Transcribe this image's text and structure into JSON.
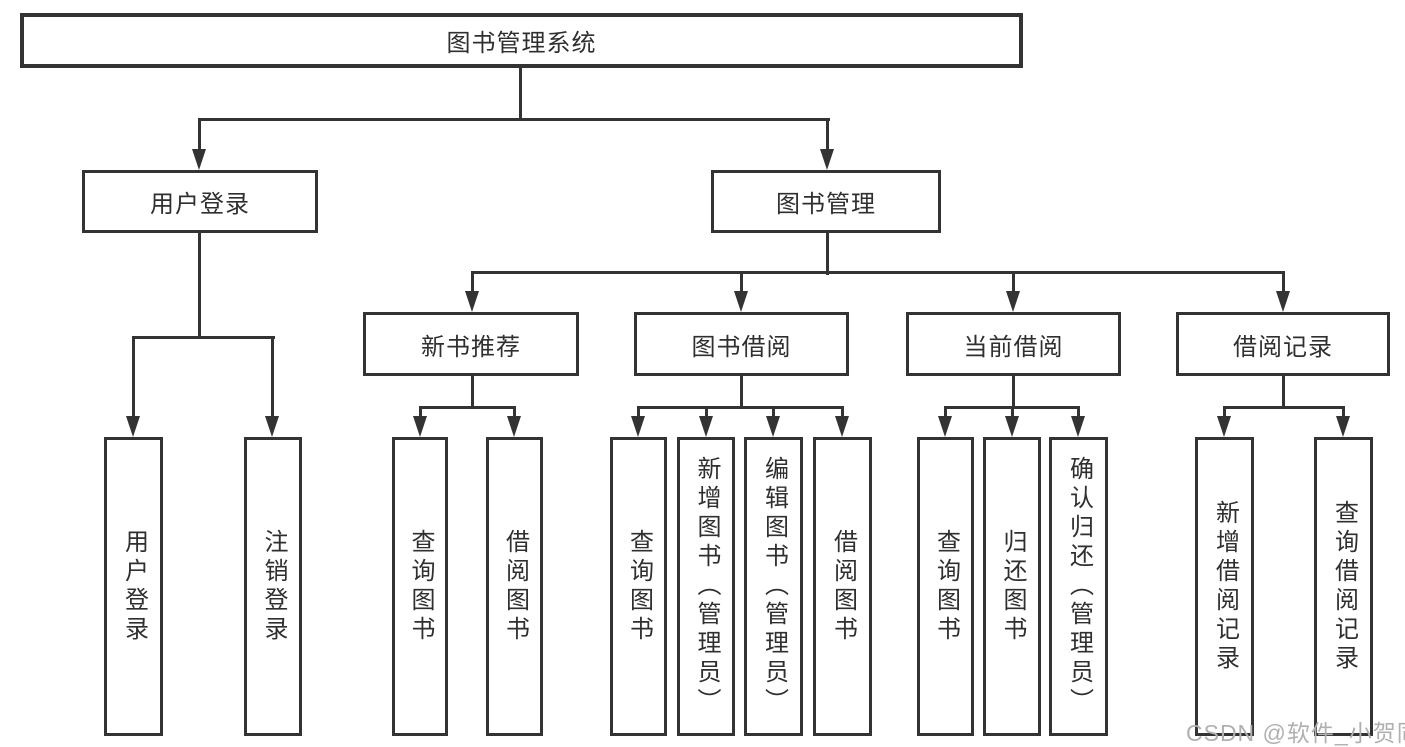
{
  "diagram": {
    "title": "图书管理系统",
    "root": {
      "label": "图书管理系统"
    },
    "level2": [
      {
        "id": "user-login",
        "label": "用户登录"
      },
      {
        "id": "book-management",
        "label": "图书管理"
      }
    ],
    "level3": [
      {
        "id": "new-book-recommend",
        "label": "新书推荐",
        "parent": "图书管理"
      },
      {
        "id": "book-borrowing",
        "label": "图书借阅",
        "parent": "图书管理"
      },
      {
        "id": "current-borrowing",
        "label": "当前借阅",
        "parent": "图书管理"
      },
      {
        "id": "borrowing-records",
        "label": "借阅记录",
        "parent": "图书管理"
      }
    ],
    "leaves": [
      {
        "id": "user-login-leaf",
        "label": "用户登录",
        "parent": "用户登录"
      },
      {
        "id": "logout",
        "label": "注销登录",
        "parent": "用户登录"
      },
      {
        "id": "query-books-recommend",
        "label": "查询图书",
        "parent": "新书推荐"
      },
      {
        "id": "borrow-books-recommend",
        "label": "借阅图书",
        "parent": "新书推荐"
      },
      {
        "id": "query-books-borrowing",
        "label": "查询图书",
        "parent": "图书借阅"
      },
      {
        "id": "add-books-admin",
        "label": "新增图书（管理员）",
        "parent": "图书借阅"
      },
      {
        "id": "edit-books-admin",
        "label": "编辑图书（管理员）",
        "parent": "图书借阅"
      },
      {
        "id": "borrow-books-borrowing",
        "label": "借阅图书",
        "parent": "图书借阅"
      },
      {
        "id": "query-books-current",
        "label": "查询图书",
        "parent": "当前借阅"
      },
      {
        "id": "return-books",
        "label": "归还图书",
        "parent": "当前借阅"
      },
      {
        "id": "confirm-return-admin",
        "label": "确认归还（管理员）",
        "parent": "当前借阅"
      },
      {
        "id": "add-borrow-record",
        "label": "新增借阅记录",
        "parent": "借阅记录"
      },
      {
        "id": "query-borrow-record",
        "label": "查询借阅记录",
        "parent": "借阅记录"
      }
    ]
  },
  "watermark": {
    "text": "CSDN @软件_小贺同学"
  },
  "colors": {
    "line": "#333333",
    "text": "#2f2f2f",
    "watermark": "#b0b0b0",
    "background": "#ffffff"
  }
}
